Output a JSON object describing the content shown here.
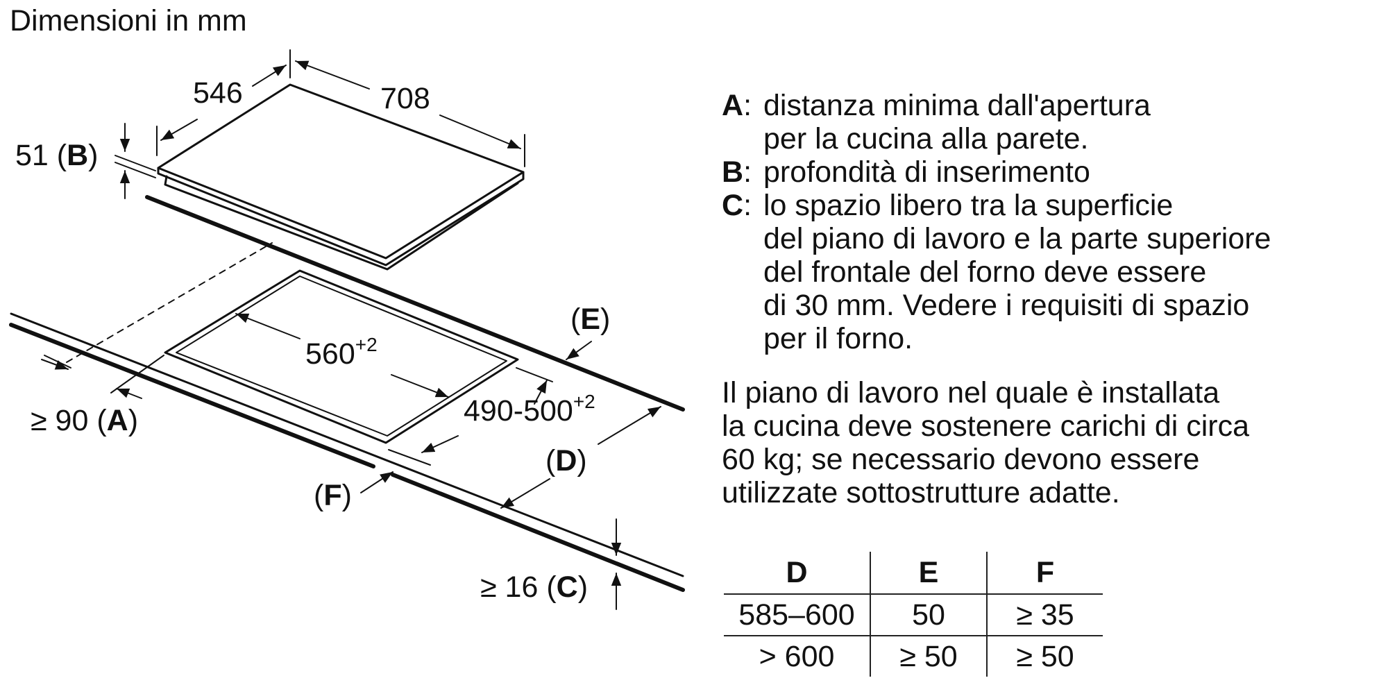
{
  "title": "Dimensioni in mm",
  "dims": {
    "depth": "546",
    "width": "708",
    "insert_depth_value": "51 (",
    "insert_depth_key": "B",
    "cutout_width_value": "560",
    "cutout_width_tol": "+2",
    "cutout_depth_value": "490-500",
    "cutout_depth_tol": "+2",
    "min_wall_value": "≥ 90 (",
    "min_wall_key": "A",
    "min_gap_value": "≥ 16 (",
    "min_gap_key": "C",
    "open_paren": "(",
    "close_paren": ")",
    "label_D": "D",
    "label_E": "E",
    "label_F": "F"
  },
  "legend": [
    {
      "key": "A",
      "lines": [
        "distanza minima dall'apertura",
        "per la cucina alla parete."
      ]
    },
    {
      "key": "B",
      "lines": [
        "profondità di inserimento"
      ]
    },
    {
      "key": "C",
      "lines": [
        "lo spazio libero tra la superficie",
        "del piano di lavoro e la parte superiore",
        "del frontale del forno deve essere",
        "di 30 mm. Vedere i requisiti di spazio",
        "per il forno."
      ]
    }
  ],
  "note": [
    "Il piano di lavoro nel quale è installata",
    "la cucina deve sostenere carichi di circa",
    "60 kg; se necessario devono essere",
    "utilizzate sottostrutture adatte."
  ],
  "table": {
    "headers": [
      "D",
      "E",
      "F"
    ],
    "rows": [
      [
        "585–600",
        "50",
        "≥ 35"
      ],
      [
        "> 600",
        "≥ 50",
        "≥ 50"
      ]
    ]
  }
}
